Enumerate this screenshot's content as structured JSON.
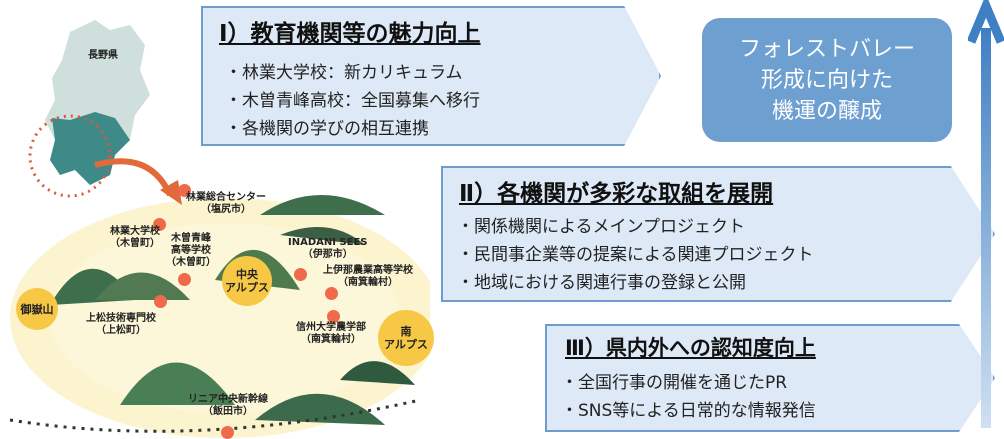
{
  "map": {
    "prefecture_label": "長野県",
    "region_labels": {
      "ontake": "御嶽山",
      "central_alps_l1": "中央",
      "central_alps_l2": "アルプス",
      "south_alps_l1": "南",
      "south_alps_l2": "アルプス"
    },
    "places": [
      {
        "id": "ringyo-center",
        "l1": "林業総合センター",
        "l2": "（塩尻市）"
      },
      {
        "id": "ringyo-college",
        "l1": "林業大学校",
        "l2": "（木曽町）"
      },
      {
        "id": "kisoseiho",
        "l1": "木曽青峰",
        "l2": "高等学校",
        "l3": "（木曽町）"
      },
      {
        "id": "inadani",
        "l1": "INADANI SEES",
        "l2": "（伊那市）"
      },
      {
        "id": "kamiina",
        "l1": "上伊那農業高等学校",
        "l2": "（南箕輪村）"
      },
      {
        "id": "kamimatsu",
        "l1": "上松技術専門校",
        "l2": "（上松町）"
      },
      {
        "id": "shinshu",
        "l1": "信州大学農学部",
        "l2": "（南箕輪村）"
      },
      {
        "id": "linear",
        "l1": "リニア中央新幹線",
        "l2": "（飯田市）"
      }
    ]
  },
  "sections": [
    {
      "heading": "Ⅰ）教育機関等の魅力向上",
      "items": [
        "・林業大学校：新カリキュラム",
        "・木曽青峰高校：全国募集へ移行",
        "・各機関の学びの相互連携"
      ]
    },
    {
      "heading": "Ⅱ）各機関が多彩な取組を展開",
      "items": [
        "・関係機関によるメインプロジェクト",
        "・民間事企業等の提案による関連プロジェクト",
        "・地域における関連行事の登録と公開"
      ]
    },
    {
      "heading": "Ⅲ）県内外への認知度向上",
      "items": [
        "・全国行事の開催を通じたPR",
        "・SNS等による日常的な情報発信"
      ]
    }
  ],
  "goal": {
    "line1": "フォレストバレー",
    "line2": "形成に向けた",
    "line3": "機運の醸成"
  },
  "colors": {
    "box_fill": "#dde9f6",
    "box_border": "#6d9ccd",
    "goal_fill": "#6e9fd1",
    "dot": "#ee6a4a",
    "badge": "#f7c846",
    "mountain": "#3f6e4c",
    "prefecture": "#3d8a89"
  }
}
